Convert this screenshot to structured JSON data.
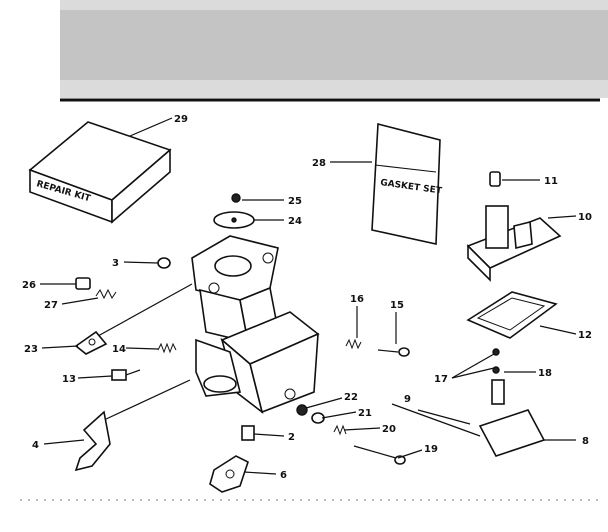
{
  "boxes": {
    "repair_kit": "REPAIR KIT",
    "gasket_set": "GASKET SET"
  },
  "callouts": [
    "29",
    "28",
    "25",
    "24",
    "3",
    "26",
    "27",
    "23",
    "14",
    "13",
    "4",
    "2",
    "6",
    "16",
    "15",
    "22",
    "21",
    "20",
    "19",
    "11",
    "10",
    "12",
    "17",
    "18",
    "9",
    "8"
  ]
}
